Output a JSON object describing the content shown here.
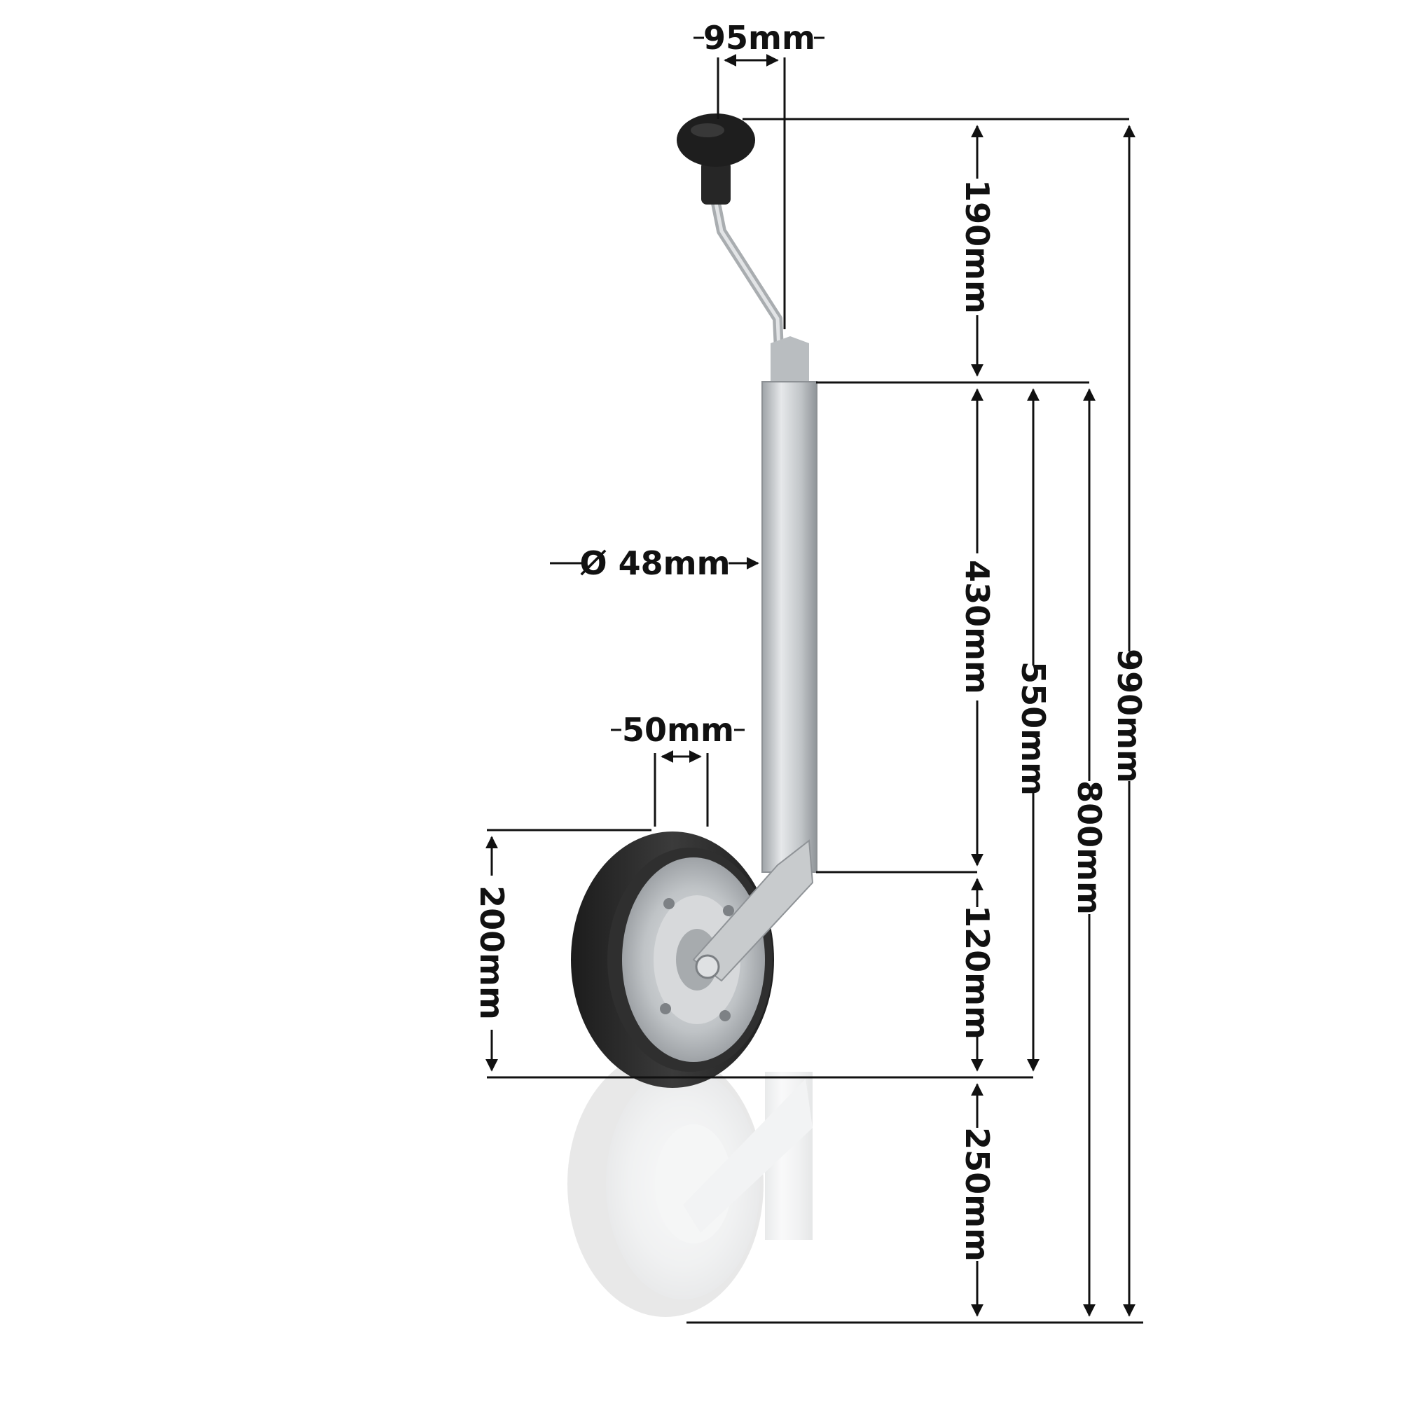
{
  "dimensions": {
    "handle_offset": "95mm",
    "handle_height": "190mm",
    "tube_length": "430mm",
    "stroke": "550mm",
    "bracket_height": "120mm",
    "total_min": "800mm",
    "total_max": "990mm",
    "lift": "250mm",
    "wheel_diameter": "200mm",
    "wheel_width": "50mm",
    "tube_diameter": "Ø 48mm"
  },
  "colors": {
    "lines": "#111111",
    "tube": "#c4c8cb",
    "tire": "#2a2a2a",
    "knob": "#1e1e1e",
    "rim": "#b8bcbf"
  },
  "icons": {
    "knob": "handle-knob-icon",
    "crank": "crank-icon",
    "tube": "tube-icon",
    "wheel": "wheel-icon",
    "reflection": "reflection-icon"
  }
}
